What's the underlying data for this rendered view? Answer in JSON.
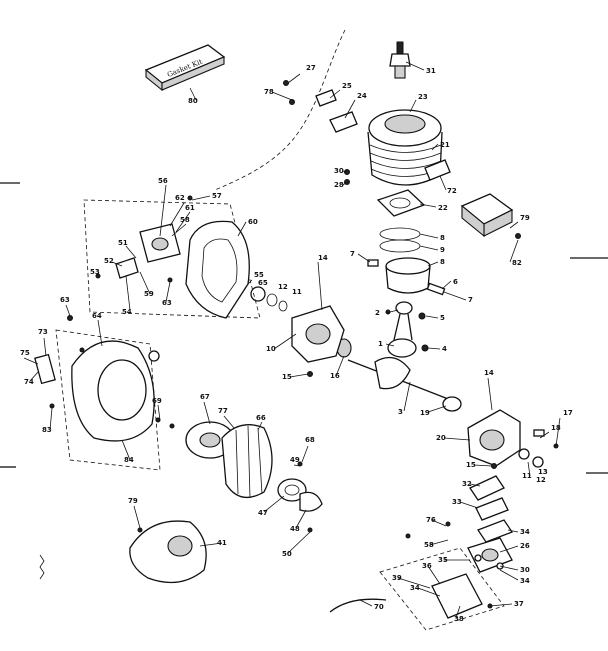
{
  "diagram": {
    "gasket_kit_label": "Gasket Kit",
    "callouts": [
      {
        "id": "c80",
        "text": "80"
      },
      {
        "id": "c31",
        "text": "31"
      },
      {
        "id": "c27",
        "text": "27"
      },
      {
        "id": "c78a",
        "text": "78"
      },
      {
        "id": "c25",
        "text": "25"
      },
      {
        "id": "c24",
        "text": "24"
      },
      {
        "id": "c23",
        "text": "23"
      },
      {
        "id": "c21",
        "text": "21"
      },
      {
        "id": "c30",
        "text": "30"
      },
      {
        "id": "c28",
        "text": "28"
      },
      {
        "id": "c72",
        "text": "72"
      },
      {
        "id": "c22",
        "text": "22"
      },
      {
        "id": "c79",
        "text": "79"
      },
      {
        "id": "c8a",
        "text": "8"
      },
      {
        "id": "c9",
        "text": "9"
      },
      {
        "id": "c8b",
        "text": "8"
      },
      {
        "id": "c7a",
        "text": "7"
      },
      {
        "id": "c82",
        "text": "82"
      },
      {
        "id": "c6",
        "text": "6"
      },
      {
        "id": "c7b",
        "text": "7"
      },
      {
        "id": "c56",
        "text": "56"
      },
      {
        "id": "c57",
        "text": "57"
      },
      {
        "id": "c62",
        "text": "62"
      },
      {
        "id": "c60",
        "text": "60"
      },
      {
        "id": "c61",
        "text": "61"
      },
      {
        "id": "c58a",
        "text": "58"
      },
      {
        "id": "c51",
        "text": "51"
      },
      {
        "id": "c52",
        "text": "52"
      },
      {
        "id": "c53",
        "text": "53"
      },
      {
        "id": "c55",
        "text": "55"
      },
      {
        "id": "c54",
        "text": "54"
      },
      {
        "id": "c59",
        "text": "59"
      },
      {
        "id": "c63a",
        "text": "63"
      },
      {
        "id": "c65",
        "text": "65"
      },
      {
        "id": "c12a",
        "text": "12"
      },
      {
        "id": "c11a",
        "text": "11"
      },
      {
        "id": "c14a",
        "text": "14"
      },
      {
        "id": "c2",
        "text": "2"
      },
      {
        "id": "c5",
        "text": "5"
      },
      {
        "id": "c1",
        "text": "1"
      },
      {
        "id": "c4",
        "text": "4"
      },
      {
        "id": "c63b",
        "text": "63"
      },
      {
        "id": "c64",
        "text": "64"
      },
      {
        "id": "c73",
        "text": "73"
      },
      {
        "id": "c74",
        "text": "74"
      },
      {
        "id": "c75",
        "text": "75"
      },
      {
        "id": "c10",
        "text": "10"
      },
      {
        "id": "c16",
        "text": "16"
      },
      {
        "id": "c15a",
        "text": "15"
      },
      {
        "id": "c3",
        "text": "3"
      },
      {
        "id": "c14b",
        "text": "14"
      },
      {
        "id": "c19",
        "text": "19"
      },
      {
        "id": "c17",
        "text": "17"
      },
      {
        "id": "c18",
        "text": "18"
      },
      {
        "id": "c20",
        "text": "20"
      },
      {
        "id": "c15b",
        "text": "15"
      },
      {
        "id": "c11b",
        "text": "11"
      },
      {
        "id": "c12b",
        "text": "12"
      },
      {
        "id": "c13",
        "text": "13"
      },
      {
        "id": "c83",
        "text": "83"
      },
      {
        "id": "c84",
        "text": "84"
      },
      {
        "id": "c69",
        "text": "69"
      },
      {
        "id": "c67",
        "text": "67"
      },
      {
        "id": "c77",
        "text": "77"
      },
      {
        "id": "c66",
        "text": "66"
      },
      {
        "id": "c68",
        "text": "68"
      },
      {
        "id": "c49",
        "text": "49"
      },
      {
        "id": "c47",
        "text": "47"
      },
      {
        "id": "c48",
        "text": "48"
      },
      {
        "id": "c50",
        "text": "50"
      },
      {
        "id": "c32",
        "text": "32"
      },
      {
        "id": "c33",
        "text": "33"
      },
      {
        "id": "c34a",
        "text": "34"
      },
      {
        "id": "c26",
        "text": "26"
      },
      {
        "id": "c35",
        "text": "35"
      },
      {
        "id": "c36",
        "text": "36"
      },
      {
        "id": "c58b",
        "text": "58"
      },
      {
        "id": "c34b",
        "text": "34"
      },
      {
        "id": "c37",
        "text": "37"
      },
      {
        "id": "c38",
        "text": "38"
      },
      {
        "id": "c39",
        "text": "39"
      },
      {
        "id": "c34c",
        "text": "34"
      },
      {
        "id": "c30b",
        "text": "30"
      },
      {
        "id": "c76",
        "text": "76"
      },
      {
        "id": "c70",
        "text": "70"
      },
      {
        "id": "c41",
        "text": "41"
      }
    ]
  }
}
